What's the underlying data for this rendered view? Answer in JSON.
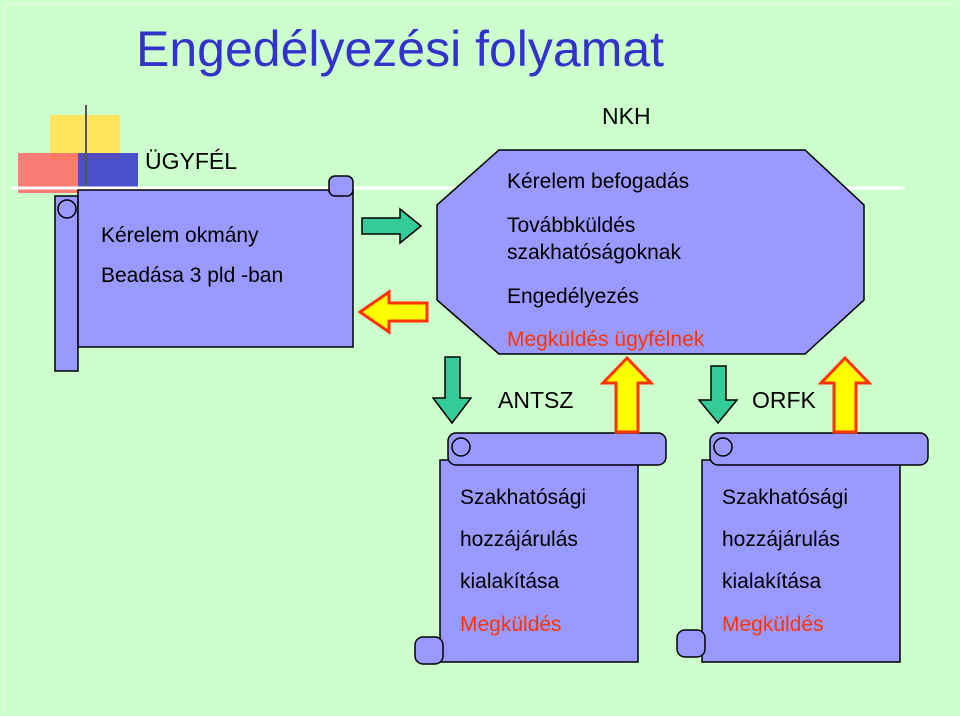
{
  "title": "Engedélyezési folyamat",
  "labels": {
    "nkh": "NKH",
    "ugyfel": "ÜGYFÉL",
    "antsz": "ANTSZ",
    "orfk": "ORFK"
  },
  "client_scroll": {
    "line1": "Kérelem okmány",
    "line2": "Beadása 3 pld -ban"
  },
  "nkh_box": {
    "line1": "Kérelem befogadás",
    "line2a": "Továbbküldés",
    "line2b": "szakhatóságoknak",
    "line3": "Engedélyezés",
    "line4": "Megküldés ügyfélnek"
  },
  "antsz_scroll": {
    "line1": "Szakhatósági",
    "line2": "hozzájárulás",
    "line3": "kialakítása",
    "line4": "Megküldés"
  },
  "orfk_scroll": {
    "line1": "Szakhatósági",
    "line2": "hozzájárulás",
    "line3": "kialakítása",
    "line4": "Megküldés"
  },
  "colors": {
    "background": "#ccffcc",
    "title": "#3333cc",
    "scroll_fill": "#9999ff",
    "highlight_text": "#ff3300",
    "arrow_green": "#33cc99",
    "arrow_yellow": "#ffff00",
    "arrow_red": "#ff3300"
  }
}
